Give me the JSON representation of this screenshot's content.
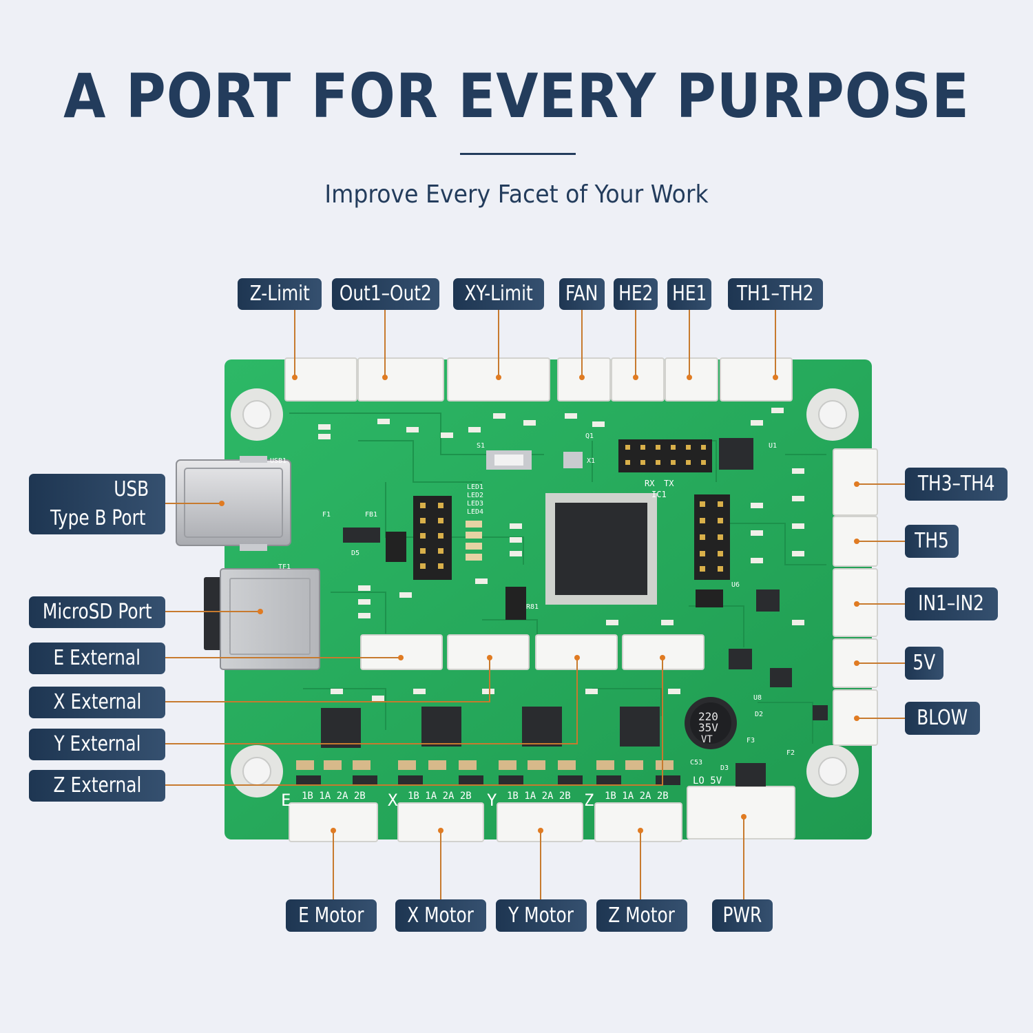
{
  "title": "A PORT FOR EVERY PURPOSE",
  "subtitle": "Improve Every Facet of Your Work",
  "colors": {
    "heading": "#233c5c",
    "label_bg": "#1e3652",
    "leader": "#c77a2e",
    "pcb": "#26a659",
    "background": "#eef0f6"
  },
  "top_labels": [
    "Z-Limit",
    "Out1–Out2",
    "XY-Limit",
    "FAN",
    "HE2",
    "HE1",
    "TH1–TH2"
  ],
  "right_labels": [
    "TH3–TH4",
    "TH5",
    "IN1–IN2",
    "5V",
    "BLOW"
  ],
  "left_labels": {
    "usb_line1": "USB",
    "usb_line2": "Type B Port",
    "microsd": "MicroSD Port",
    "e_external": "E External",
    "x_external": "X External",
    "y_external": "Y External",
    "z_external": "Z External"
  },
  "bottom_labels": [
    "E Motor",
    "X Motor",
    "Y Motor",
    "Z Motor",
    "PWR"
  ],
  "board": {
    "main_ic_label": "IC1",
    "axis_letters": [
      "E",
      "X",
      "Y",
      "Z"
    ],
    "motor_pins": "1B 1A 2A 2B",
    "pwr_pins": "LO 5V",
    "capacitor_text": [
      "220",
      "35V",
      "VT"
    ],
    "component_labels": [
      "USB1",
      "TF1",
      "D5",
      "S1",
      "X1",
      "Q1",
      "F1",
      "FB1",
      "U1",
      "U6",
      "U8",
      "D2",
      "D3",
      "F2",
      "F3",
      "C53",
      "R81",
      "RX",
      "TX",
      "LED1",
      "LED2",
      "LED3",
      "LED4"
    ]
  }
}
